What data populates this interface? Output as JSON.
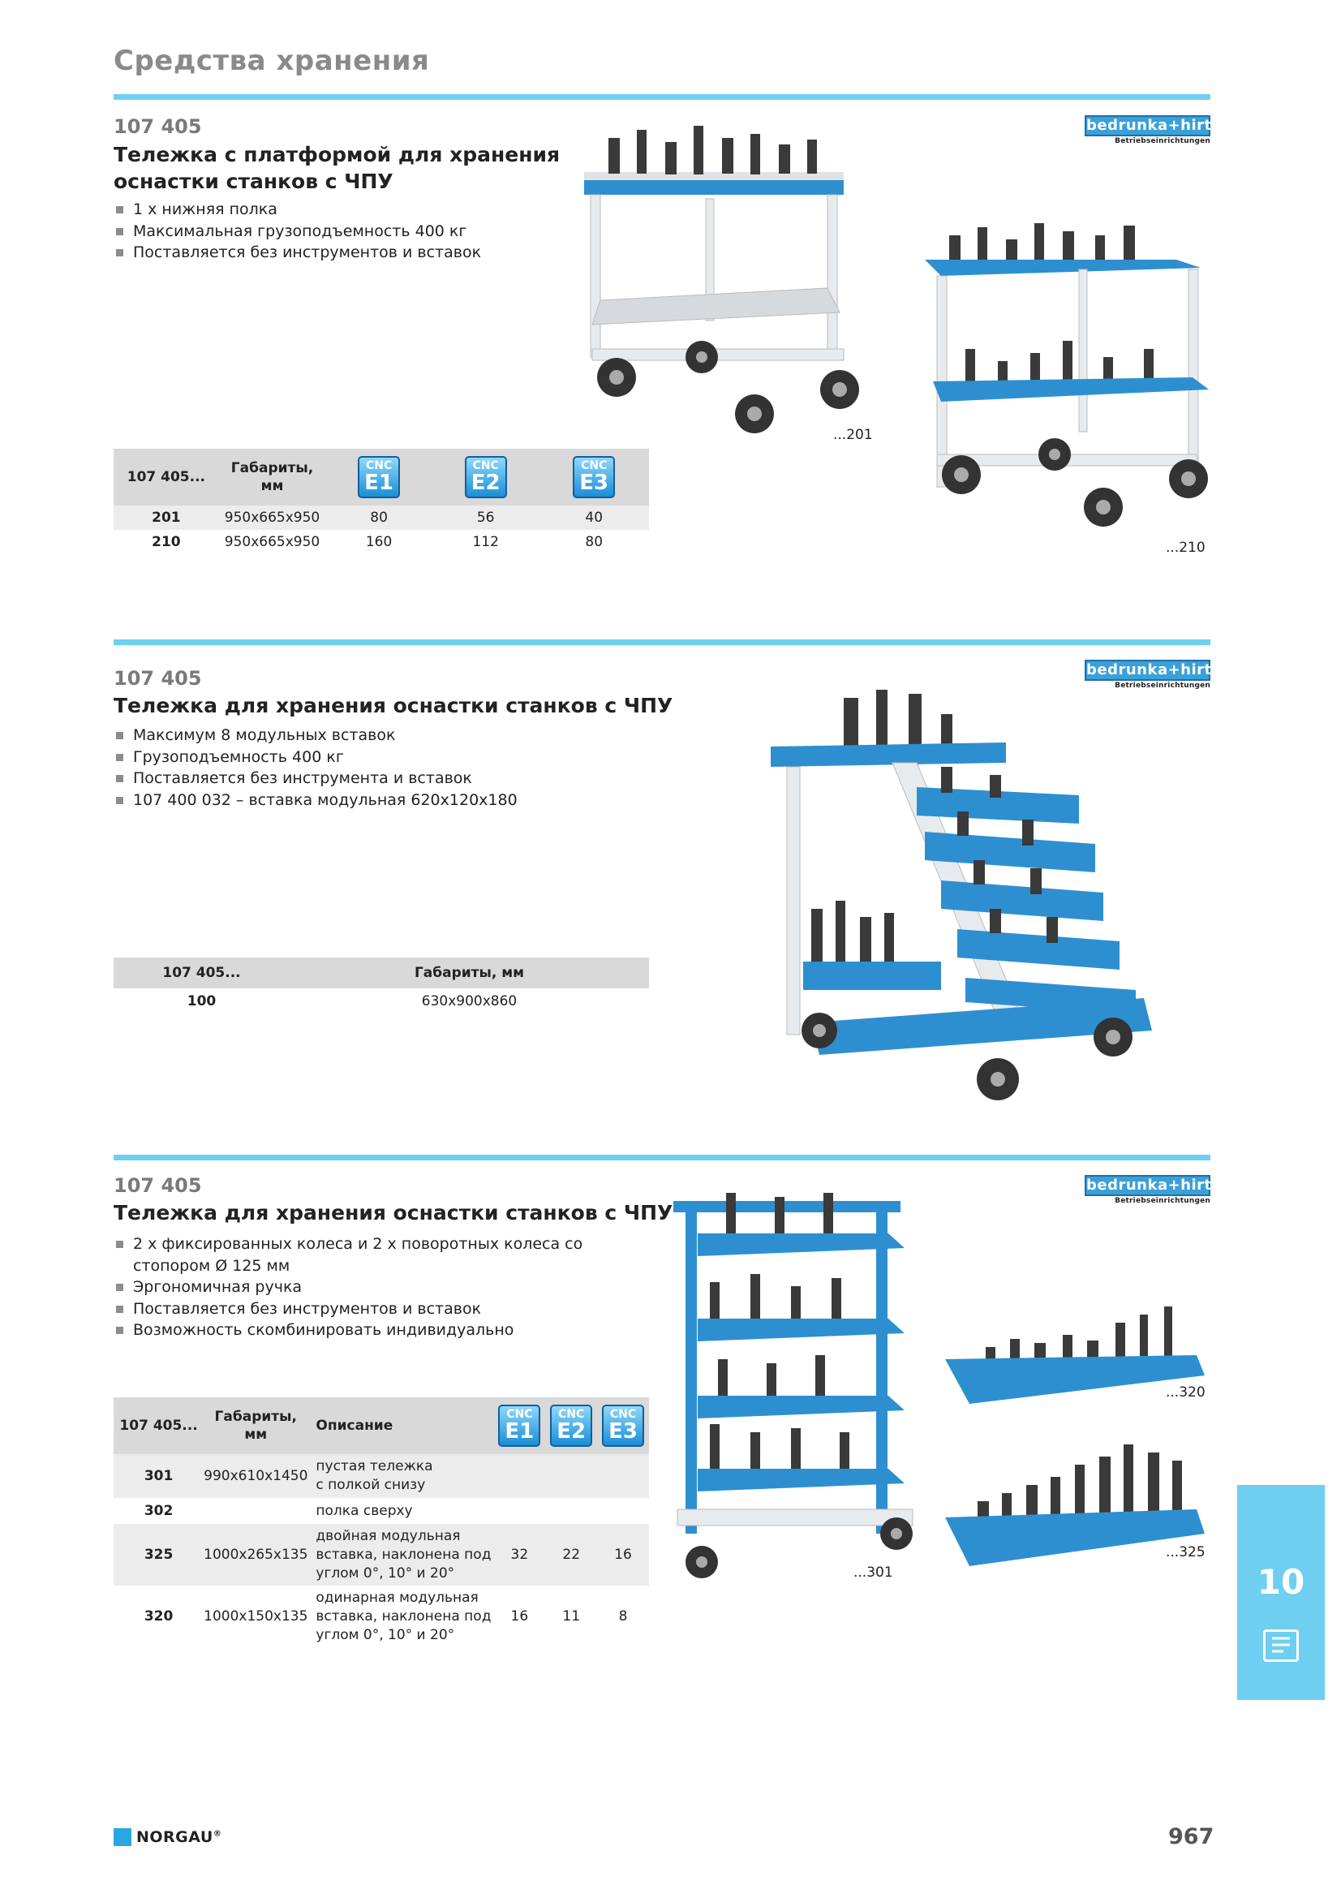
{
  "page": {
    "section_title": "Средства хранения",
    "brand": {
      "name": "bedrunka+hirth",
      "sub": "Betriebseinrichtungen"
    },
    "footer_brand": "NORGAU",
    "footer_mark": "®",
    "page_number": "967",
    "chapter_tab": "10",
    "tab_icon": "shelf-book-icon"
  },
  "products": [
    {
      "code": "107 405",
      "title_line1": "Тележка с платформой для хранения",
      "title_line2": "оснастки станков с ЧПУ",
      "bullets": [
        "1 х нижняя полка",
        "Максимальная грузоподъемность 400 кг",
        "Поставляется без инструментов и вставок"
      ],
      "captions": [
        "...201",
        "...210"
      ],
      "table": {
        "headers": [
          "107 405...",
          "Габариты,",
          "мм"
        ],
        "cnc_label": "CNC",
        "cnc": [
          "E1",
          "E2",
          "E3"
        ],
        "rows": [
          {
            "id": "201",
            "dim": "950x665x950",
            "e1": "80",
            "e2": "56",
            "e3": "40"
          },
          {
            "id": "210",
            "dim": "950x665x950",
            "e1": "160",
            "e2": "112",
            "e3": "80"
          }
        ]
      }
    },
    {
      "code": "107 405",
      "title_line1": "Тележка для хранения оснастки станков с ЧПУ",
      "bullets": [
        "Максимум 8 модульных вставок",
        "Грузоподъемность  400 кг",
        "Поставляется без инструмента и вставок",
        "107 400 032 – вставка модульная 620х120х180"
      ],
      "table": {
        "headers": [
          "107 405...",
          "Габариты, мм"
        ],
        "rows": [
          {
            "id": "100",
            "dim": "630x900x860"
          }
        ]
      }
    },
    {
      "code": "107 405",
      "title_line1": "Тележка для хранения оснастки станков с ЧПУ",
      "bullets": [
        "2 х фиксированных колеса и 2 х поворотных колеса со",
        "стопором Ø 125 мм",
        "Эргономичная ручка",
        "Поставляется без инструментов и вставок",
        "Возможность скомбинировать индивидуально"
      ],
      "captions": [
        "...320",
        "...325",
        "...301"
      ],
      "table": {
        "headers": [
          "107 405...",
          "Габариты,",
          "мм",
          "Описание"
        ],
        "cnc_label": "CNC",
        "cnc": [
          "E1",
          "E2",
          "E3"
        ],
        "rows": [
          {
            "id": "301",
            "dim": "990x610x1450",
            "desc1": "пустая тележка",
            "desc2": "с полкой снизу",
            "desc3": "",
            "e1": "",
            "e2": "",
            "e3": ""
          },
          {
            "id": "302",
            "dim": "",
            "desc1": "полка сверху",
            "desc2": "",
            "desc3": "",
            "e1": "",
            "e2": "",
            "e3": ""
          },
          {
            "id": "325",
            "dim": "1000x265x135",
            "desc1": "двойная модульная",
            "desc2": "вставка, наклонена под",
            "desc3": "углом 0°, 10° и 20°",
            "e1": "32",
            "e2": "22",
            "e3": "16"
          },
          {
            "id": "320",
            "dim": "1000x150x135",
            "desc1": "одинарная модульная",
            "desc2": "вставка, наклонена под",
            "desc3": "углом 0°, 10° и 20°",
            "e1": "16",
            "e2": "11",
            "e3": "8"
          }
        ]
      }
    }
  ],
  "colors": {
    "accent": "#6ecff0",
    "cnc_blue": "#1a8ed6",
    "table_head": "#d9d9d9",
    "table_band": "#ececec",
    "brand_blue": "#2aa7e0"
  }
}
